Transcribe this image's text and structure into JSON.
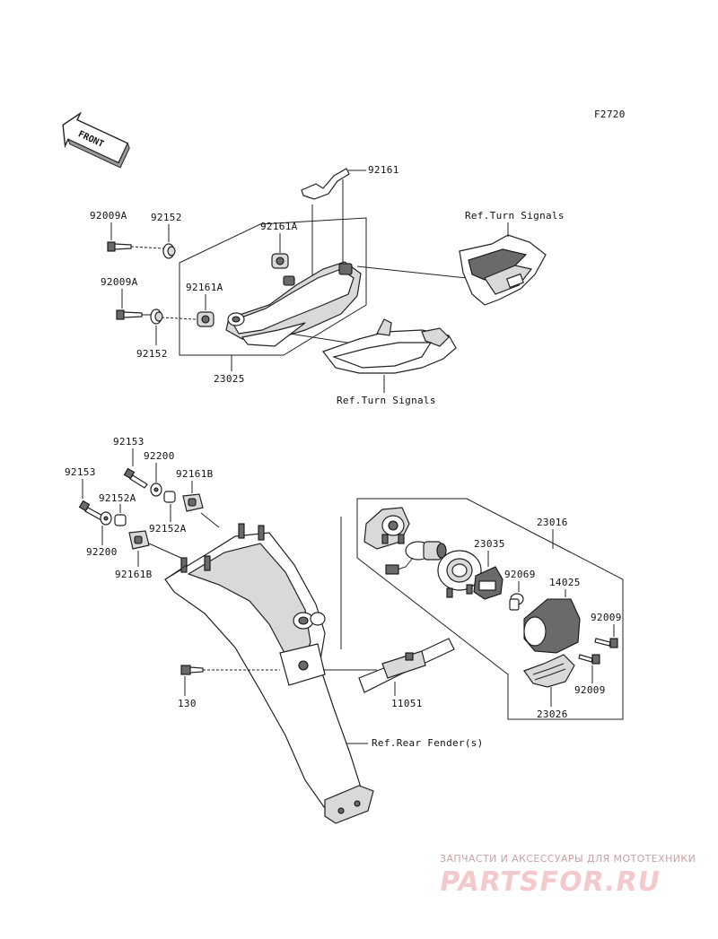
{
  "figure_code": "F2720",
  "front_arrow_label": "FRONT",
  "labels": {
    "p92161_top": "92161",
    "p92009A_upper": "92009A",
    "p92152_upper": "92152",
    "p92161A_upper": "92161A",
    "p92009A_lower": "92009A",
    "p92161A_lower": "92161A",
    "p92152_lower": "92152",
    "p23025": "23025",
    "ref_turn_signals_upper": "Ref.Turn Signals",
    "ref_turn_signals_lower": "Ref.Turn Signals",
    "p92153_a": "92153",
    "p92200_a": "92200",
    "p92153_b": "92153",
    "p92161B_a": "92161B",
    "p92152A_a": "92152A",
    "p92152A_b": "92152A",
    "p92200_b": "92200",
    "p92161B_b": "92161B",
    "p23016": "23016",
    "p23035": "23035",
    "p92069": "92069",
    "p14025": "14025",
    "p92009_a": "92009",
    "p92009_b": "92009",
    "p23026": "23026",
    "p11051": "11051",
    "p130": "130",
    "ref_rear_fender": "Ref.Rear Fender(s)"
  },
  "watermark": {
    "subtitle": "ЗАПЧАСТИ И АКСЕССУАРЫ ДЛЯ МОТОТЕХНИКИ",
    "logo": "PARTSFOR.RU"
  }
}
